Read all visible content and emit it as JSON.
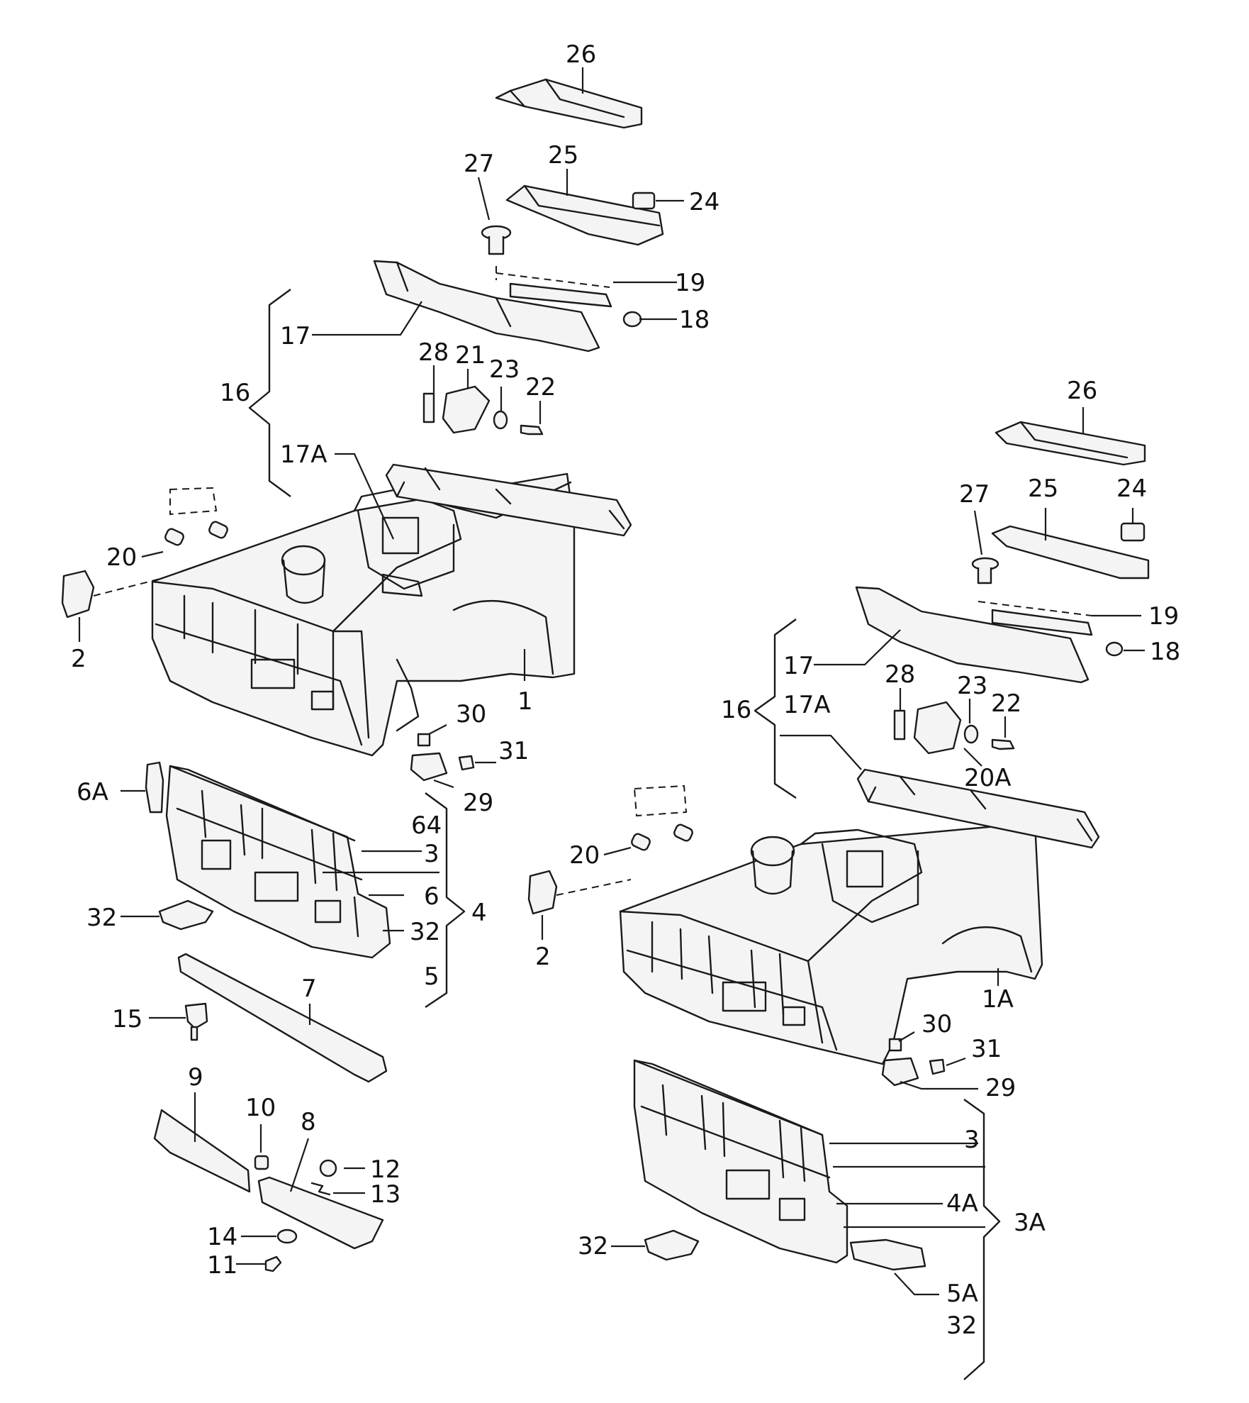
{
  "labels": {
    "l26a": "26",
    "l27a": "27",
    "l25a": "25",
    "l24a": "24",
    "l19a": "19",
    "l18a": "18",
    "l17a": "17",
    "l16a": "16",
    "l28a": "28",
    "l21a": "21",
    "l23a": "23",
    "l22a": "22",
    "l17Aa": "17A",
    "l20a": "20",
    "l2a": "2",
    "l1": "1",
    "l30a": "30",
    "l31a": "31",
    "l29a": "29",
    "l6A": "6A",
    "l64": "64",
    "l3a": "3",
    "l6": "6",
    "l4": "4",
    "l32a": "32",
    "l32b": "32",
    "l5": "5",
    "l7": "7",
    "l15": "15",
    "l9": "9",
    "l10": "10",
    "l8": "8",
    "l12": "12",
    "l13": "13",
    "l14": "14",
    "l11": "11",
    "l26b": "26",
    "l27b": "27",
    "l25b": "25",
    "l24b": "24",
    "l19b": "19",
    "l18b": "18",
    "l17b": "17",
    "l16b": "16",
    "l17Ab": "17A",
    "l28b": "28",
    "l23b": "23",
    "l22b": "22",
    "l20A": "20A",
    "l20b": "20",
    "l2b": "2",
    "l1A": "1A",
    "l30b": "30",
    "l31b": "31",
    "l29b": "29",
    "l3b": "3",
    "l4A": "4A",
    "l3A": "3A",
    "l32c": "32",
    "l5A": "5A",
    "l32d": "32"
  }
}
